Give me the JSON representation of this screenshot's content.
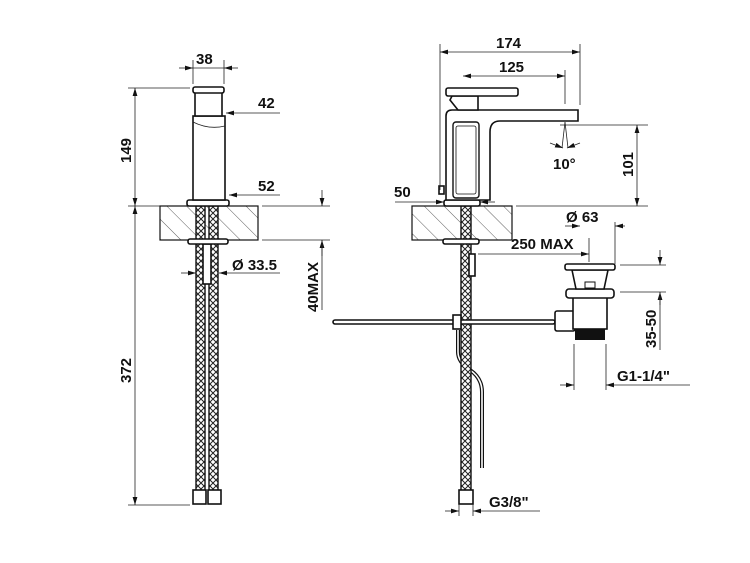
{
  "title": "Basin mixer technical drawing",
  "front_view": {
    "width_cap": "38",
    "diameter_handle": "42",
    "diameter_base": "52",
    "height_above_counter": "149",
    "height_below_counter": "372",
    "counter_thickness": "40MAX",
    "hole_diameter": "Ø 33.5"
  },
  "side_view": {
    "total_projection": "174",
    "spout_projection": "125",
    "spout_angle": "10°",
    "spout_height": "101",
    "base_width": "50",
    "waste_diameter": "Ø 63",
    "rod_length": "250 MAX",
    "waste_height": "35-50",
    "waste_thread": "G1-1/4\"",
    "hose_thread": "G3/8\""
  }
}
